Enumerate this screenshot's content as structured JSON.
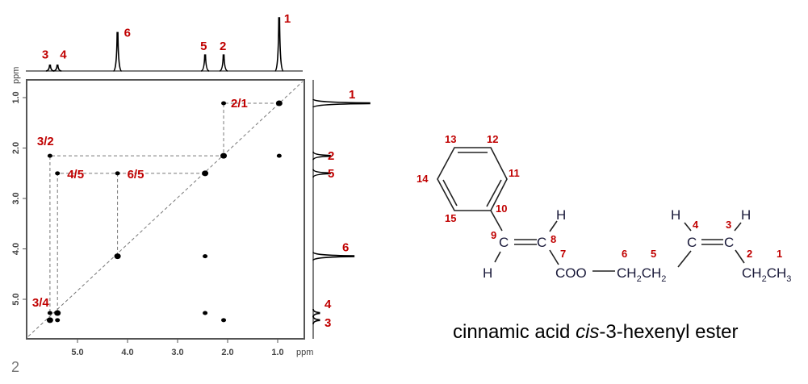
{
  "chart_data": {
    "type": "scatter",
    "title": "",
    "xlabel": "ppm",
    "ylabel": "ppm",
    "xlim": [
      6.0,
      0.47
    ],
    "ylim": [
      0.65,
      5.8
    ],
    "x_ticks": [
      "5.0",
      "4.0",
      "3.0",
      "2.0",
      "1.0"
    ],
    "y_ticks": [
      "1.0",
      "2.0",
      "3.0",
      "4.0",
      "5.0"
    ],
    "grid": false,
    "projection_peaks": [
      {
        "label": "1",
        "ppm": 0.97,
        "rel_intensity": 1.0
      },
      {
        "label": "2",
        "ppm": 2.08,
        "rel_intensity": 0.3
      },
      {
        "label": "5",
        "ppm": 2.45,
        "rel_intensity": 0.3
      },
      {
        "label": "6",
        "ppm": 4.2,
        "rel_intensity": 0.72
      },
      {
        "label": "4",
        "ppm": 5.4,
        "rel_intensity": 0.11
      },
      {
        "label": "3",
        "ppm": 5.55,
        "rel_intensity": 0.11
      }
    ],
    "cross_peaks": [
      {
        "x": 0.97,
        "y": 0.97,
        "label": ""
      },
      {
        "x": 2.08,
        "y": 0.97,
        "label": "2/1"
      },
      {
        "x": 2.08,
        "y": 2.08,
        "label": ""
      },
      {
        "x": 0.97,
        "y": 2.08,
        "label": ""
      },
      {
        "x": 5.55,
        "y": 2.08,
        "label": "3/2"
      },
      {
        "x": 2.45,
        "y": 2.45,
        "label": ""
      },
      {
        "x": 4.2,
        "y": 2.45,
        "label": "6/5"
      },
      {
        "x": 5.4,
        "y": 2.45,
        "label": "4/5"
      },
      {
        "x": 4.2,
        "y": 4.2,
        "label": ""
      },
      {
        "x": 2.45,
        "y": 4.2,
        "label": ""
      },
      {
        "x": 5.55,
        "y": 5.4,
        "label": "3/4"
      },
      {
        "x": 5.4,
        "y": 5.4,
        "label": ""
      },
      {
        "x": 5.55,
        "y": 5.55,
        "label": ""
      },
      {
        "x": 5.4,
        "y": 5.55,
        "label": ""
      },
      {
        "x": 2.45,
        "y": 5.4,
        "label": ""
      },
      {
        "x": 2.08,
        "y": 5.55,
        "label": ""
      }
    ],
    "correlation_paths": [
      [
        [
          0.97,
          0.97
        ],
        [
          2.08,
          0.97
        ],
        [
          2.08,
          2.08
        ],
        [
          5.55,
          2.08
        ],
        [
          5.55,
          5.4
        ]
      ],
      [
        [
          2.45,
          2.45
        ],
        [
          5.4,
          2.45
        ],
        [
          5.4,
          5.4
        ]
      ],
      [
        [
          4.2,
          2.45
        ],
        [
          4.2,
          4.2
        ]
      ]
    ],
    "diagonal": true
  },
  "structure": {
    "atom_numbers": [
      "1",
      "2",
      "3",
      "4",
      "5",
      "6",
      "7",
      "8",
      "9",
      "10",
      "11",
      "12",
      "13",
      "14",
      "15"
    ],
    "H": "H",
    "C": "C",
    "COO": "COO",
    "CH": "CH",
    "sub2": "2",
    "sub3": "3"
  },
  "caption": {
    "prefix": "cinnamic acid ",
    "italic": "cis",
    "suffix": "-3-hexenyl ester"
  },
  "page_number": "2"
}
